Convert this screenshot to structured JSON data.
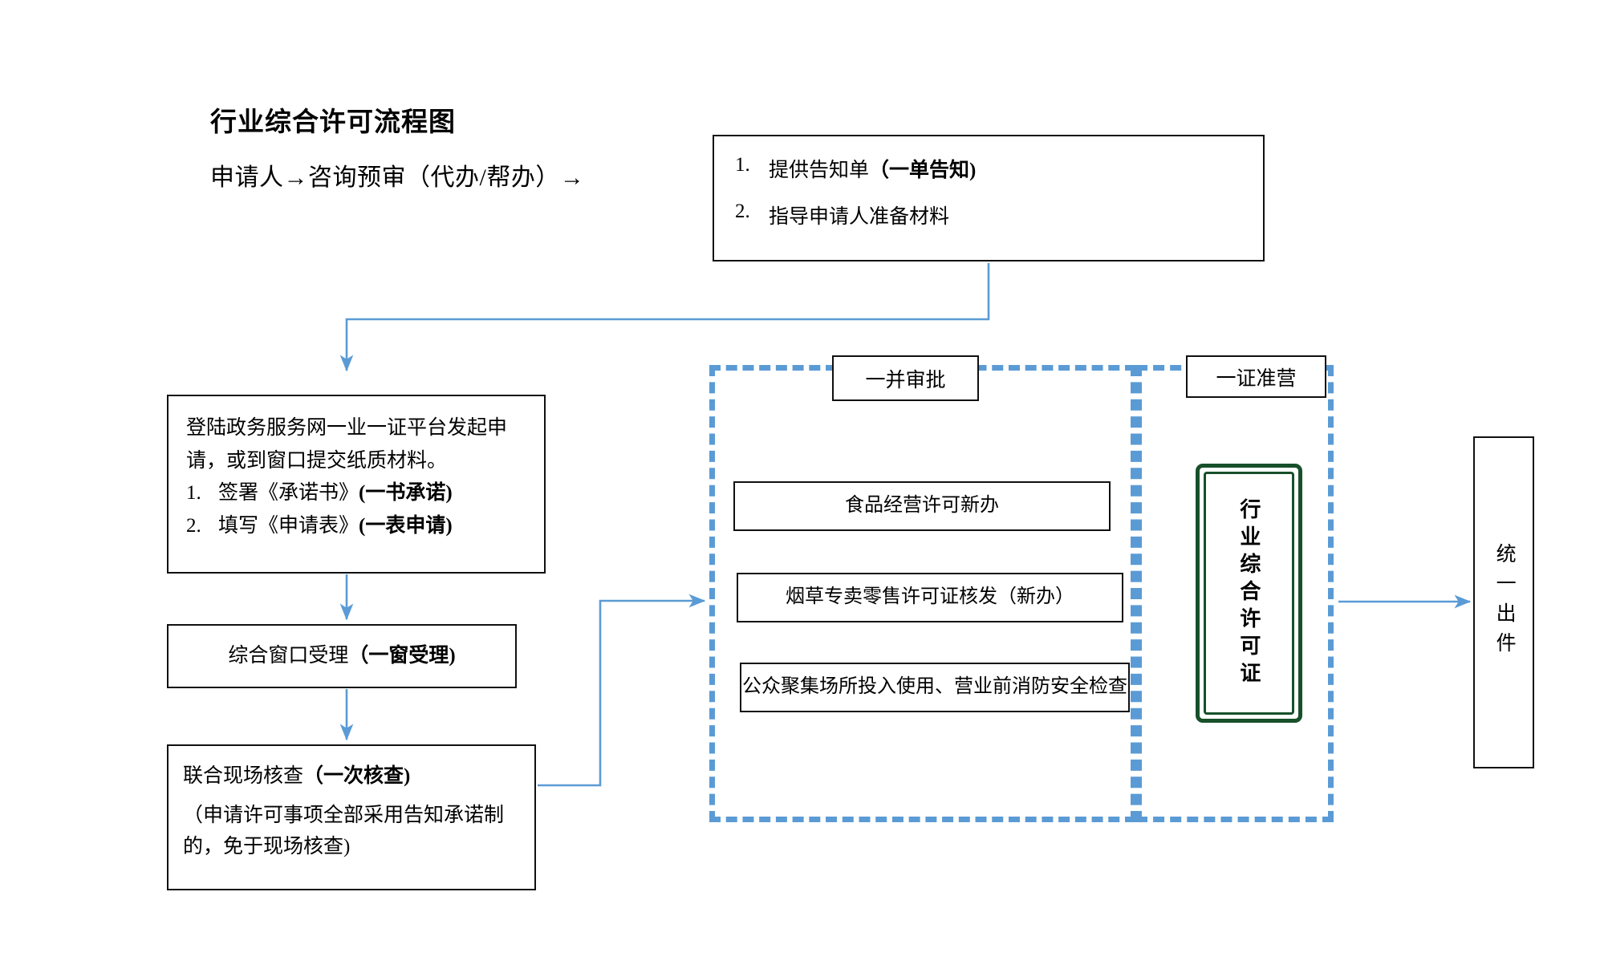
{
  "header": {
    "title": "行业综合许可流程图",
    "subtitle": "申请人→咨询预审（代办/帮办）→"
  },
  "notice_box": {
    "name": "consultation-notice",
    "items": [
      {
        "num": "1.",
        "text": "提供告知单",
        "emphasis": "（一单告知)"
      },
      {
        "num": "2.",
        "text": "指导申请人准备材料",
        "emphasis": ""
      }
    ]
  },
  "left_flow": {
    "apply_box": {
      "paragraph": "登陆政务服务网一业一证平台发起申请，或到窗口提交纸质材料。",
      "items": [
        {
          "num": "1.",
          "text": "签署《承诺书》",
          "emphasis": "(一书承诺)"
        },
        {
          "num": "2.",
          "text": "填写《申请表》",
          "emphasis": "(一表申请)"
        }
      ]
    },
    "window_box": {
      "text": "综合窗口受理",
      "emphasis": "（一窗受理)"
    },
    "onsite_box": {
      "line1_text": "联合现场核查",
      "line1_emphasis": "（一次核查)",
      "line2": "（申请许可事项全部采用告知承诺制的，免于现场核查)"
    }
  },
  "zones": {
    "approval": {
      "label": "一并审批"
    },
    "license": {
      "label": "一证准营"
    }
  },
  "permits": [
    {
      "label": "食品经营许可新办"
    },
    {
      "label": "烟草专卖零售许可证核发（新办）"
    },
    {
      "label": "公众聚集场所投入使用、营业前消防安全检查"
    }
  ],
  "certificate": {
    "label": "行业综合许可证"
  },
  "output": {
    "label": "统一出件"
  },
  "colors": {
    "dashed_blue": "#5B9BD5",
    "connector_blue": "#5B9BD5",
    "certificate_green": "#17502A",
    "box_border": "#101010"
  }
}
